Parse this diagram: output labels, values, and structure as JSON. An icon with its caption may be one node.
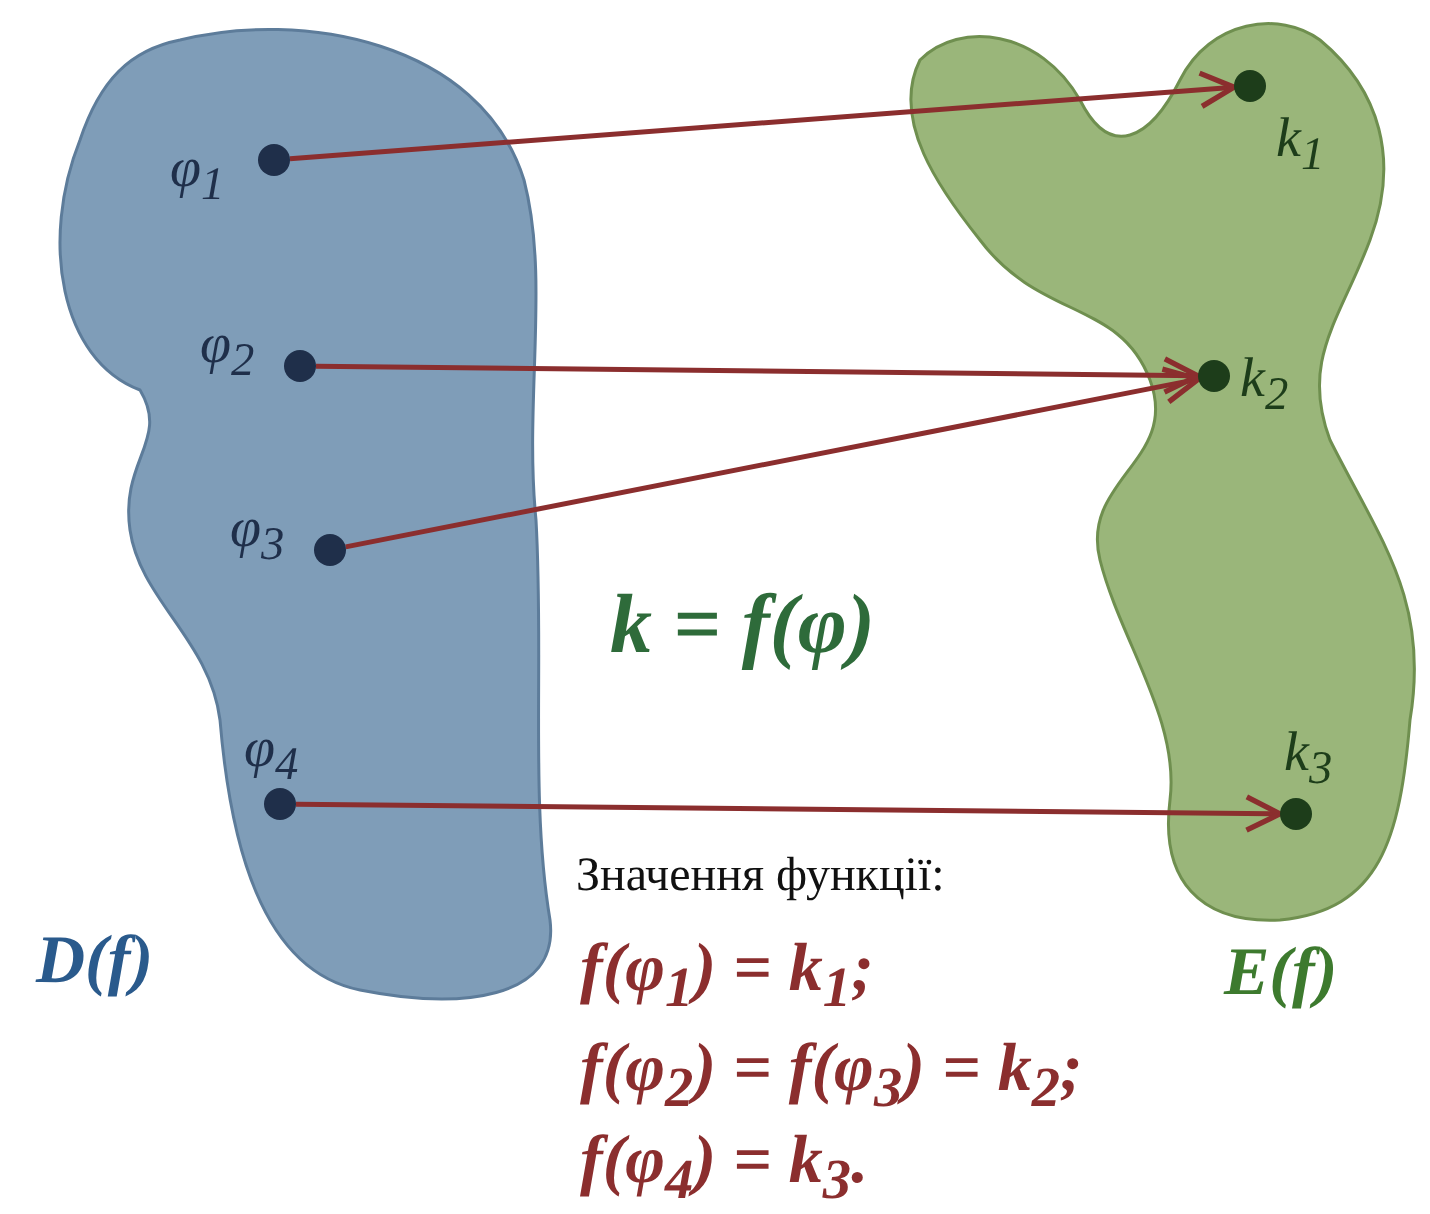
{
  "diagram": {
    "nodes": [
      {
        "text": [
          "D(f)"
        ]
      },
      {
        "text": [
          "φ$_{1}$"
        ],
        "in": 0
      },
      {
        "text": [
          "φ$_{2}$"
        ],
        "in": 0
      },
      {
        "text": [
          "φ$_{3}$"
        ],
        "in": 0
      },
      {
        "text": [
          "φ$_{4}$"
        ],
        "in": 0
      },
      {
        "text": [
          "E(f)"
        ]
      },
      {
        "text": [
          "k$_{1}$"
        ],
        "in": 5
      },
      {
        "text": [
          "k$_{2}$"
        ],
        "in": 5
      },
      {
        "text": [
          "k$_{3}$"
        ],
        "in": 5
      }
    ],
    "edges": [
      {
        "from": 1,
        "to": 6,
        "arrow": "to"
      },
      {
        "from": 2,
        "to": 7,
        "arrow": "to"
      },
      {
        "from": 3,
        "to": 7,
        "arrow": "to"
      },
      {
        "from": 4,
        "to": 8,
        "arrow": "to"
      }
    ],
    "labels": [
      "k = f(φ)",
      "Значення функції:",
      "f(φ$_{1}$) = k$_{1}$;",
      "f(φ$_{2}$) = f(φ$_{3}$) = k$_{2}$;",
      "f(φ$_{4}$) = k$_{3}$."
    ]
  }
}
